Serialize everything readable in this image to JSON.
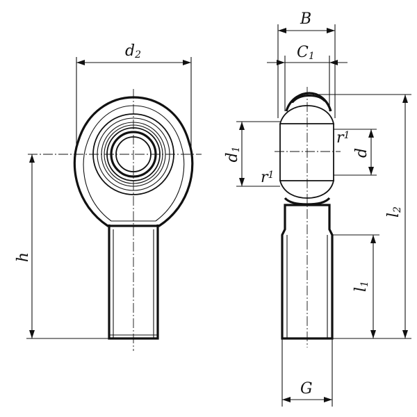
{
  "labels": {
    "d2": {
      "main": "d",
      "sub": "2"
    },
    "h": {
      "main": "h"
    },
    "B": {
      "main": "B"
    },
    "C1": {
      "main": "C",
      "sub": "1"
    },
    "d1": {
      "main": "d",
      "sub": "1"
    },
    "d": {
      "main": "d"
    },
    "r1_top": {
      "main": "r",
      "sub": "1"
    },
    "r1_bottom": {
      "main": "r",
      "sub": "1"
    },
    "l1": {
      "main": "l",
      "sub": "1"
    },
    "l2": {
      "main": "l",
      "sub": "2"
    },
    "G": {
      "main": "G"
    }
  }
}
